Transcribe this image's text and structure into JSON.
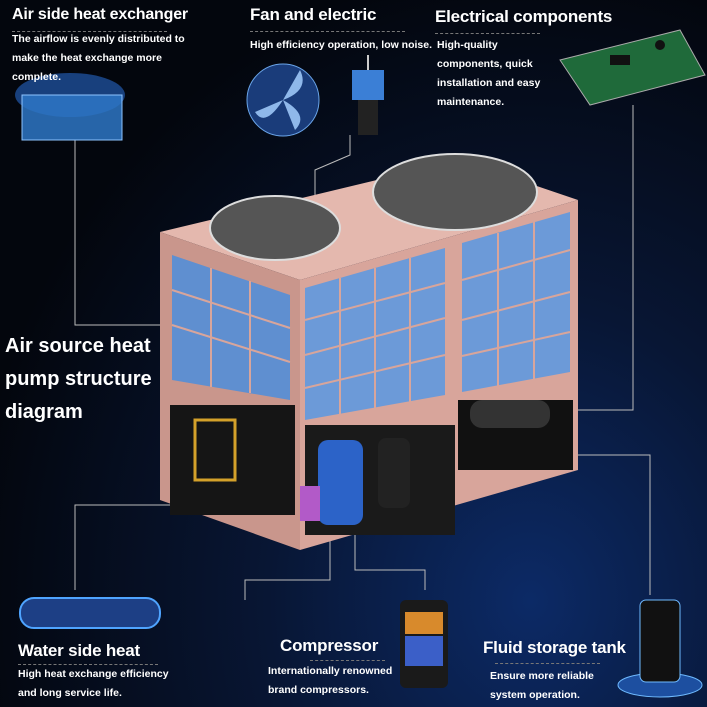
{
  "title": "Air source heat pump structure diagram",
  "title_lines": [
    "Air source heat",
    "pump structure",
    "diagram"
  ],
  "callouts": {
    "air_side": {
      "heading": "Air side heat exchanger",
      "lines": [
        "The airflow is evenly distributed to",
        "make the heat exchange more",
        "complete."
      ]
    },
    "fan": {
      "heading": "Fan and electric",
      "lines": [
        "High efficiency operation, low noise."
      ]
    },
    "electrical": {
      "heading": "Electrical components",
      "lines": [
        "High-quality",
        "components, quick",
        "installation and easy",
        "maintenance."
      ]
    },
    "water_side": {
      "heading": "Water side heat",
      "lines": [
        "High heat exchange efficiency",
        "and long service life."
      ]
    },
    "compressor": {
      "heading": "Compressor",
      "lines": [
        "Internationally renowned",
        "brand compressors."
      ]
    },
    "tank": {
      "heading": "Fluid storage tank",
      "lines": [
        "Ensure more reliable",
        "system operation."
      ]
    }
  },
  "colors": {
    "background": "#03060d",
    "unit_body": "#d9a9a0",
    "coil": "#5f8fd0",
    "accent_glow": "#3f8cff"
  }
}
